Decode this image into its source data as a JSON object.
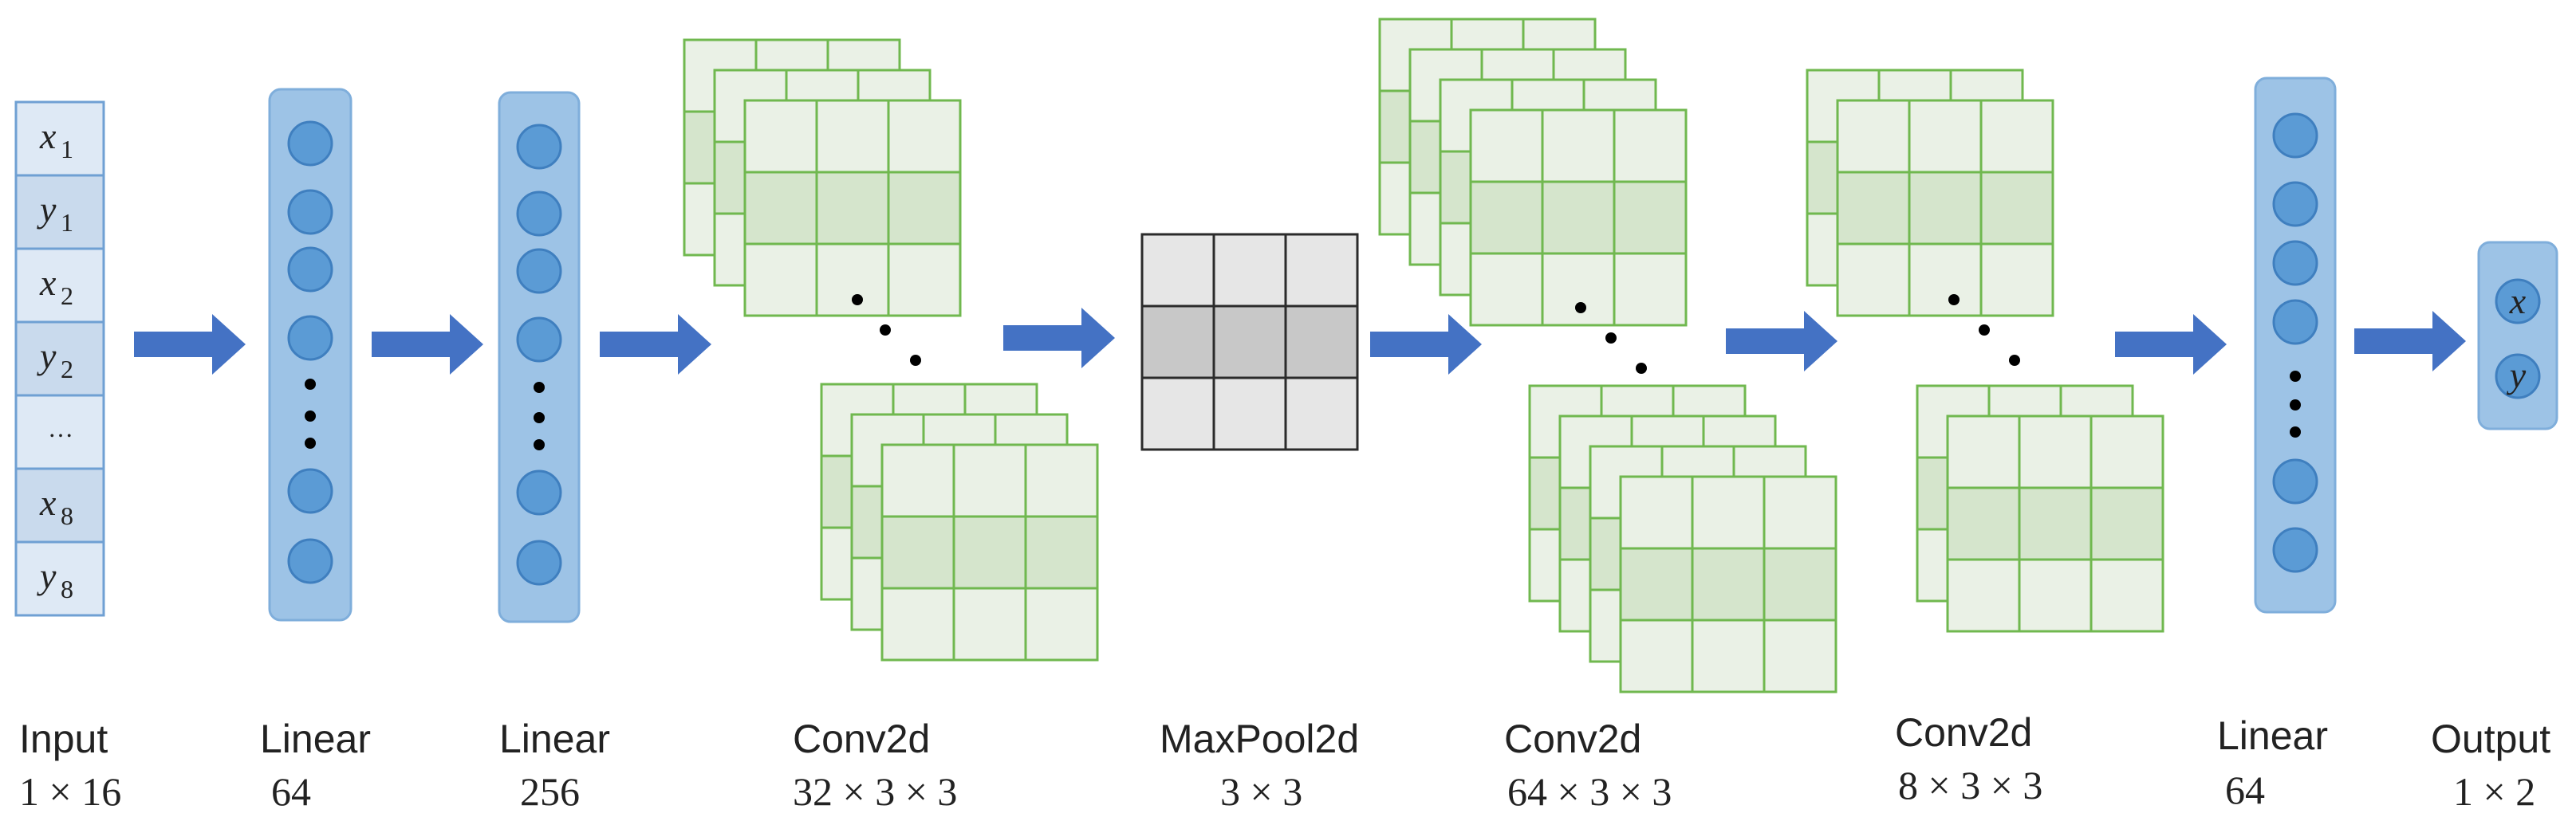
{
  "input": {
    "cells": [
      {
        "var": "x",
        "sub": "1"
      },
      {
        "var": "y",
        "sub": "1"
      },
      {
        "var": "x",
        "sub": "2"
      },
      {
        "var": "y",
        "sub": "2"
      },
      {
        "text": "…"
      },
      {
        "var": "x",
        "sub": "8"
      },
      {
        "var": "y",
        "sub": "8"
      }
    ]
  },
  "output": {
    "cells": [
      {
        "var": "x"
      },
      {
        "var": "y"
      }
    ]
  },
  "layers": [
    {
      "id": "input",
      "name": "Input",
      "dims": "1 × 16"
    },
    {
      "id": "linear1",
      "name": "Linear",
      "dims": "64"
    },
    {
      "id": "linear2",
      "name": "Linear",
      "dims": "256"
    },
    {
      "id": "conv1",
      "name": "Conv2d",
      "dims": "32 × 3 × 3"
    },
    {
      "id": "maxpool",
      "name": "MaxPool2d",
      "dims": "3 × 3"
    },
    {
      "id": "conv2",
      "name": "Conv2d",
      "dims": "64 × 3 × 3"
    },
    {
      "id": "conv3",
      "name": "Conv2d",
      "dims": "8 × 3 × 3"
    },
    {
      "id": "linear3",
      "name": "Linear",
      "dims": "64"
    },
    {
      "id": "output",
      "name": "Output",
      "dims": "1 × 2"
    }
  ],
  "colors": {
    "arrow": "#4472C4",
    "node": "#5B9BD5",
    "column": "#9DC3E6",
    "column_border": "#7FAEDB",
    "input_cell": "#DEE9F5",
    "input_cell_alt": "#C9DAED",
    "input_border": "#6FA0D3",
    "grid_fill": "#EAF1E6",
    "grid_band": "#D5E5CC",
    "grid_stroke": "#70B84F",
    "pool_fill": "#E6E6E6",
    "pool_band": "#C8C8C8",
    "pool_stroke": "#2B2B2B"
  }
}
